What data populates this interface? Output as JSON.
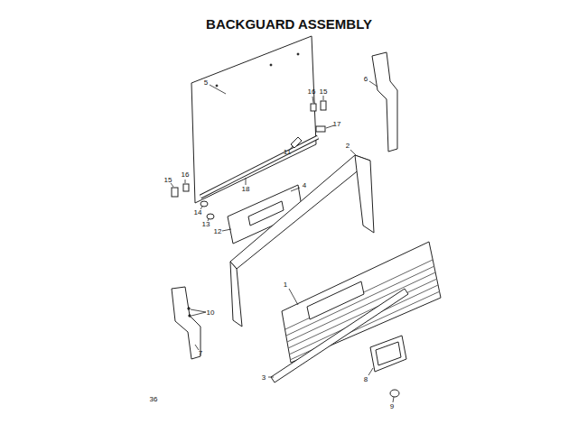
{
  "diagram": {
    "title": "BACKGUARD ASSEMBLY",
    "labels": [
      "5",
      "16",
      "15",
      "6",
      "17",
      "11",
      "2",
      "18",
      "15",
      "16",
      "4",
      "14",
      "13",
      "12",
      "1",
      "10",
      "7",
      "3",
      "8",
      "9",
      "36"
    ]
  }
}
